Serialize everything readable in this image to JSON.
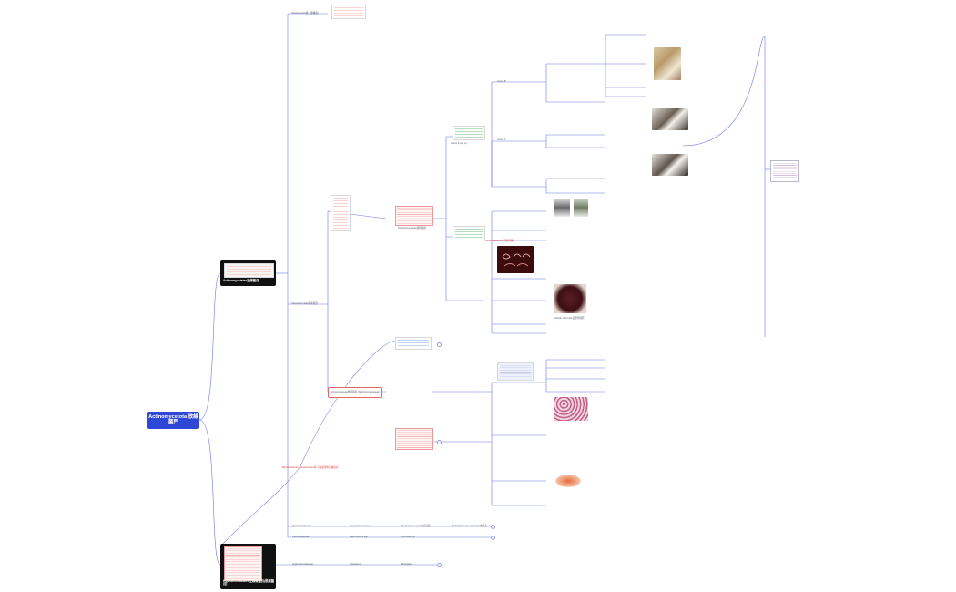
{
  "root": {
    "title": "Actinomycetota 放線菌門"
  },
  "branches": {
    "actinomycetales": {
      "caption": "Actinomycetales放線菌目"
    },
    "hyphomicrobiales": {
      "caption": "Hyphomicrobiales生絲微菌目(根瘤菌目)"
    }
  },
  "labels": {
    "streptomyces_eg": "Streptomyces屬（鏈黴菌）",
    "free_living_note": "Mycobacterium, Streptomyces等 可在環境中自由生存",
    "streptococcales": "Streptococcales鏈球菌目",
    "streptococcaceae": "Streptococcaceae鏈球菌科",
    "micrococcaceae": "Micrococcaceae微球菌科 (Staphylococcaceae)",
    "arcanobacterium_label": "Arcanobacterium 隱秘桿菌",
    "nodular": "Nodular Necrosis 結節型壞死",
    "mycobacteriaceae": "Mycobacteriaceae",
    "haemophilus": "Haemophilus spp.",
    "corynebacteriaceae": "Corynebacteriaceae",
    "actinobacillus": "Actinobacillus",
    "pasteurellaceae": "Pasteurellaceae",
    "hyphomonadaceae": "Hyphomicrobiaceae",
    "anaplasma": "Anaplasma",
    "bartonella": "Bartonella",
    "b_pseudotb": "Burkholderia pseudomallei 類鼻疽",
    "c_equi": "Rhodococcus equi 馬紅球菌",
    "group_a": "Group A (Gr. A)",
    "group_b": "Group B",
    "group_c": "Group C"
  }
}
